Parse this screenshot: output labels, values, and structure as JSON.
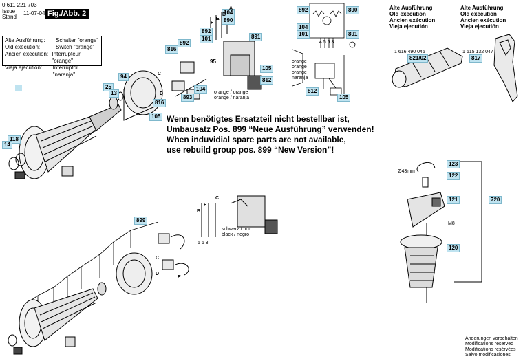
{
  "header": {
    "doc_number": "0 611 221 703",
    "issue_label": "Issue",
    "stand_label": "Stand",
    "issue_date": "11-07-04",
    "figure_label": "Fig./Abb. 2"
  },
  "old_execution_box": {
    "rows": [
      {
        "key": "Alte Ausführung:",
        "value": "Schalter \"orange\""
      },
      {
        "key": "Old execution:",
        "value": "Switch \"orange\""
      },
      {
        "key": "Ancien exécution:",
        "value": "Interrupteur \"orange\""
      },
      {
        "key": "Vieja ejecutión:",
        "value": "Interruptor \"naranja\""
      }
    ]
  },
  "notice": {
    "line1": "Wenn benötigtes Ersatzteil nicht bestellbar ist,",
    "line2": "Umbausatz Pos. 899 “Neue Ausführung” verwenden!",
    "line3": "When induvidial spare parts are not available,",
    "line4": "use rebuild group pos. 899 “New Version”!"
  },
  "execution_headers": {
    "left": [
      "Alte Ausführung",
      "Old execution",
      "Ancien exécution",
      "Vieja ejecutión"
    ],
    "right": [
      "Alte Ausführung",
      "Old execution",
      "Ancien exécution",
      "Vieja ejecutión"
    ]
  },
  "part_numbers": {
    "left": "1 616 490 045",
    "left_ref": "821/02",
    "right": "1 615 132 047",
    "right_ref": "817"
  },
  "color_labels": {
    "orange_orange": "orange / orange",
    "orange_naranja": "orange / naranja",
    "schematic_colors": [
      "orange",
      "orange",
      "orange",
      "naranja"
    ],
    "schwarz_noir": "schwarz / noir",
    "black_negro": "black / negro"
  },
  "callouts": {
    "c104a": "104",
    "c890a": "890",
    "c892a": "892",
    "c101a": "101",
    "c891a": "891",
    "c816a": "816",
    "c892b": "892",
    "c95": "95",
    "c105a": "105",
    "c812a": "812",
    "c94": "94",
    "c25": "25",
    "c13": "13",
    "c893": "893",
    "c104b": "104",
    "c816b": "816",
    "c105b": "105",
    "c118": "118",
    "c14": "14",
    "c899": "899",
    "s892": "892",
    "s890": "890",
    "s104": "104",
    "s101": "101",
    "s891": "891",
    "s812": "812",
    "s105": "105",
    "r123": "123",
    "r122": "122",
    "r121": "121",
    "r720": "720",
    "r120": "120"
  },
  "letters": {
    "A": "A",
    "B": "B",
    "C": "C",
    "D": "D",
    "E": "E",
    "F": "F"
  },
  "misc": {
    "diameter": "Ø43mm",
    "m8": "M8",
    "term_nums": "4 5 6 3",
    "term_nums2": "5 6 3"
  },
  "footer": {
    "lines": [
      "Änderungen vorbehalten",
      "Modifications reserved",
      "Modifications resérvées",
      "Salvo modificaciones"
    ]
  }
}
